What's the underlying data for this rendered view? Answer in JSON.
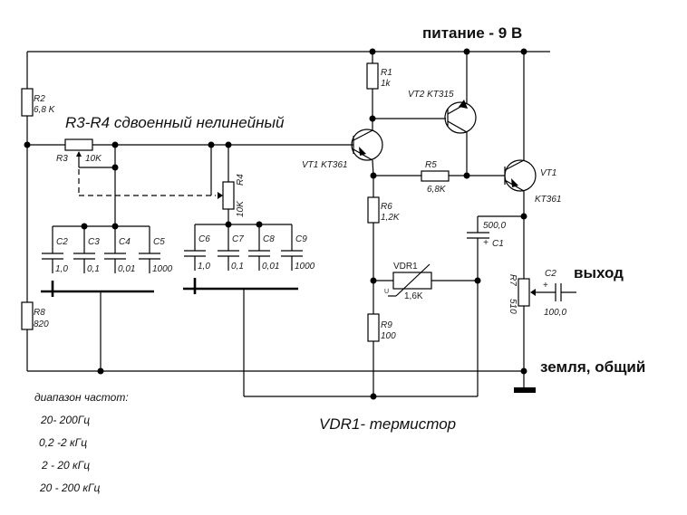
{
  "labels": {
    "power": "питание - 9 В",
    "output": "выход",
    "ground": "земля, общий",
    "dual_pot": "R3-R4 сдвоенный нелинейный",
    "thermistor_note": "VDR1- термистор"
  },
  "components": {
    "R1": {
      "name": "R1",
      "value": "1k"
    },
    "R2": {
      "name": "R2",
      "value": "6,8 K"
    },
    "R3": {
      "name": "R3",
      "value": "10K"
    },
    "R4": {
      "name": "R4",
      "value": "10K"
    },
    "R5": {
      "name": "R5",
      "value": "6,8K"
    },
    "R6": {
      "name": "R6",
      "value": "1,2K"
    },
    "R7": {
      "name": "R7",
      "value": "510"
    },
    "R8": {
      "name": "R8",
      "value": "820"
    },
    "R9": {
      "name": "R9",
      "value": "100"
    },
    "VDR1": {
      "name": "VDR1",
      "value": "1,6K",
      "sym": "U"
    },
    "VT1a": {
      "name": "VT1 KT361"
    },
    "VT2": {
      "name": "VT2 KT315"
    },
    "VT1b": {
      "name": "VT1",
      "type": "KT361"
    },
    "C1": {
      "name": "C1",
      "value": "500,0",
      "plus": "+"
    },
    "C2out": {
      "name": "C2",
      "value": "100,0",
      "plus": "+"
    },
    "cap_bank_1": [
      {
        "name": "C2",
        "value": "1,0"
      },
      {
        "name": "C3",
        "value": "0,1"
      },
      {
        "name": "C4",
        "value": "0,01"
      },
      {
        "name": "C5",
        "value": "1000"
      }
    ],
    "cap_bank_2": [
      {
        "name": "C6",
        "value": "1,0"
      },
      {
        "name": "C7",
        "value": "0,1"
      },
      {
        "name": "C8",
        "value": "0,01"
      },
      {
        "name": "C9",
        "value": "1000"
      }
    ]
  },
  "frequency_ranges": {
    "title": "диапазон частот:",
    "items": [
      "20- 200Гц",
      "0,2 -2 кГц",
      "2 - 20 кГц",
      "20 - 200 кГц"
    ]
  }
}
